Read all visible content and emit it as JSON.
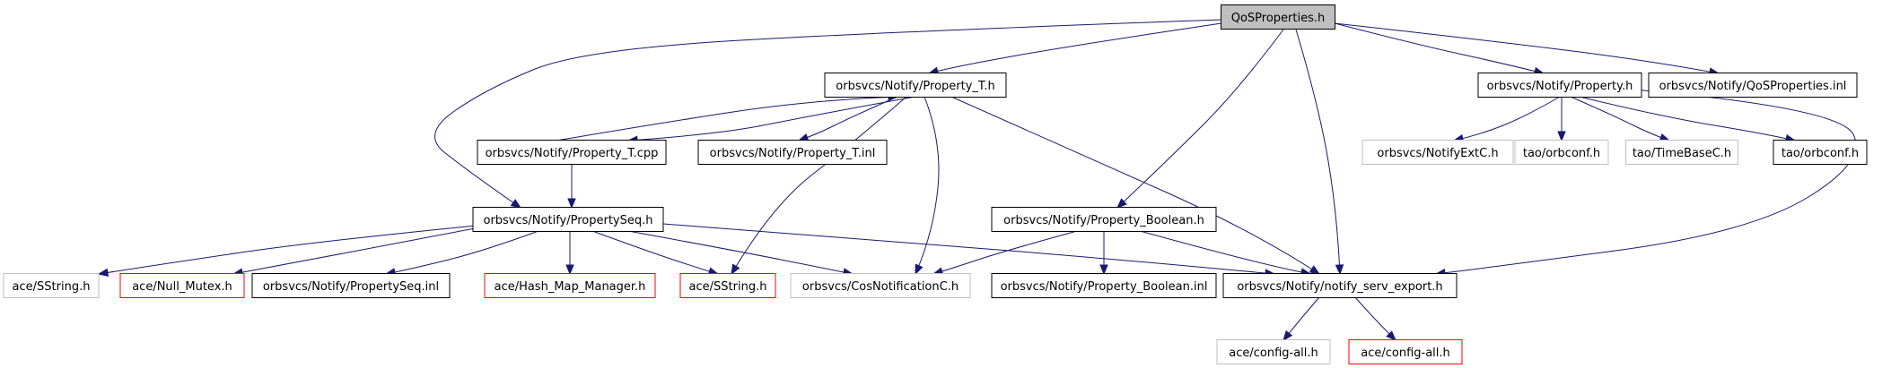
{
  "colors": {
    "edge": "#191970",
    "default_border": "#000000",
    "missing_border": "#bfbfbf",
    "truncated_border": "#ff0000",
    "root_fill": "#bfbfbf",
    "node_fill": "#ffffff",
    "text": "#000000"
  },
  "nodes": [
    {
      "id": "qosproperties-h",
      "label": "QoSProperties.h",
      "style": "root"
    },
    {
      "id": "property-t-h",
      "label": "orbsvcs/Notify/Property_T.h",
      "style": "default"
    },
    {
      "id": "property-h",
      "label": "orbsvcs/Notify/Property.h",
      "style": "default"
    },
    {
      "id": "qosproperties-inl",
      "label": "orbsvcs/Notify/QoSProperties.inl",
      "style": "default"
    },
    {
      "id": "property-t-cpp",
      "label": "orbsvcs/Notify/Property_T.cpp",
      "style": "default"
    },
    {
      "id": "property-t-inl",
      "label": "orbsvcs/Notify/Property_T.inl",
      "style": "default"
    },
    {
      "id": "notifyextc-h",
      "label": "orbsvcs/NotifyExtC.h",
      "style": "missing"
    },
    {
      "id": "tao-orbconf-h-gray",
      "label": "tao/orbconf.h",
      "style": "missing"
    },
    {
      "id": "tao-timebasec-h",
      "label": "tao/TimeBaseC.h",
      "style": "missing"
    },
    {
      "id": "tao-orbconf-h",
      "label": "tao/orbconf.h",
      "style": "default"
    },
    {
      "id": "propertyseq-h",
      "label": "orbsvcs/Notify/PropertySeq.h",
      "style": "default"
    },
    {
      "id": "property-boolean-h",
      "label": "orbsvcs/Notify/Property_Boolean.h",
      "style": "default"
    },
    {
      "id": "ace-sstring-h-gray",
      "label": "ace/SString.h",
      "style": "missing"
    },
    {
      "id": "ace-null-mutex-h",
      "label": "ace/Null_Mutex.h",
      "style": "truncated"
    },
    {
      "id": "propertyseq-inl",
      "label": "orbsvcs/Notify/PropertySeq.inl",
      "style": "default"
    },
    {
      "id": "ace-hash-map-manager-h",
      "label": "ace/Hash_Map_Manager.h",
      "style": "truncated"
    },
    {
      "id": "ace-sstring-h",
      "label": "ace/SString.h",
      "style": "truncated"
    },
    {
      "id": "cosnotificationc-h",
      "label": "orbsvcs/CosNotificationC.h",
      "style": "missing"
    },
    {
      "id": "property-boolean-inl",
      "label": "orbsvcs/Notify/Property_Boolean.inl",
      "style": "default"
    },
    {
      "id": "notify-serv-export-h",
      "label": "orbsvcs/Notify/notify_serv_export.h",
      "style": "default"
    },
    {
      "id": "ace-config-all-h-gray",
      "label": "ace/config-all.h",
      "style": "missing"
    },
    {
      "id": "ace-config-all-h",
      "label": "ace/config-all.h",
      "style": "truncated"
    }
  ],
  "edges": [
    {
      "from": "qosproperties-h",
      "to": "property-t-h"
    },
    {
      "from": "qosproperties-h",
      "to": "property-h"
    },
    {
      "from": "qosproperties-h",
      "to": "qosproperties-inl"
    },
    {
      "from": "qosproperties-h",
      "to": "propertyseq-h"
    },
    {
      "from": "qosproperties-h",
      "to": "property-boolean-h"
    },
    {
      "from": "qosproperties-h",
      "to": "notify-serv-export-h"
    },
    {
      "from": "property-t-h",
      "to": "property-t-cpp"
    },
    {
      "from": "property-t-h",
      "to": "property-t-inl"
    },
    {
      "from": "property-t-h",
      "to": "ace-sstring-h"
    },
    {
      "from": "property-t-h",
      "to": "cosnotificationc-h"
    },
    {
      "from": "property-t-h",
      "to": "notify-serv-export-h"
    },
    {
      "from": "property-t-cpp",
      "to": "property-t-h"
    },
    {
      "from": "property-t-cpp",
      "to": "propertyseq-h"
    },
    {
      "from": "property-h",
      "to": "notifyextc-h"
    },
    {
      "from": "property-h",
      "to": "tao-orbconf-h-gray"
    },
    {
      "from": "property-h",
      "to": "tao-timebasec-h"
    },
    {
      "from": "property-h",
      "to": "tao-orbconf-h"
    },
    {
      "from": "property-h",
      "to": "notify-serv-export-h"
    },
    {
      "from": "propertyseq-h",
      "to": "ace-sstring-h-gray"
    },
    {
      "from": "propertyseq-h",
      "to": "ace-null-mutex-h"
    },
    {
      "from": "propertyseq-h",
      "to": "propertyseq-inl"
    },
    {
      "from": "propertyseq-h",
      "to": "ace-hash-map-manager-h"
    },
    {
      "from": "propertyseq-h",
      "to": "ace-sstring-h"
    },
    {
      "from": "propertyseq-h",
      "to": "cosnotificationc-h"
    },
    {
      "from": "propertyseq-h",
      "to": "notify-serv-export-h"
    },
    {
      "from": "property-boolean-h",
      "to": "cosnotificationc-h"
    },
    {
      "from": "property-boolean-h",
      "to": "property-boolean-inl"
    },
    {
      "from": "property-boolean-h",
      "to": "notify-serv-export-h"
    },
    {
      "from": "notify-serv-export-h",
      "to": "ace-config-all-h-gray"
    },
    {
      "from": "notify-serv-export-h",
      "to": "ace-config-all-h"
    }
  ]
}
